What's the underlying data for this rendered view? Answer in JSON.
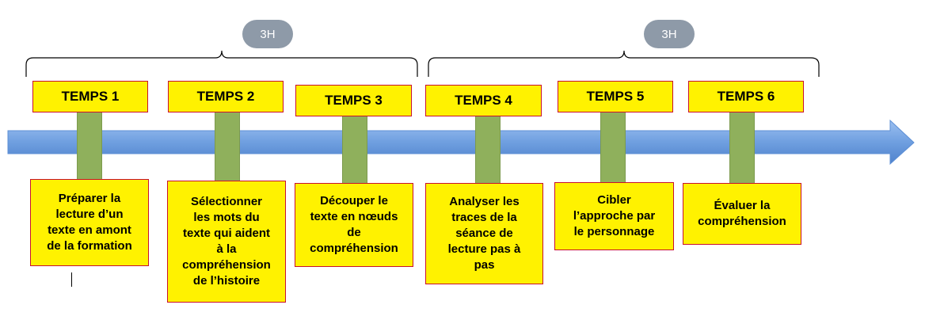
{
  "brackets": [
    {
      "label": "3H"
    },
    {
      "label": "3H"
    }
  ],
  "steps": [
    {
      "title": "TEMPS 1",
      "description": "Préparer la\nlecture d’un\ntexte en amont\nde la formation"
    },
    {
      "title": "TEMPS 2",
      "description": "Sélectionner\nles mots du\ntexte qui aident\nà la\ncompréhension\nde l’histoire"
    },
    {
      "title": "TEMPS 3",
      "description": "Découper le\ntexte en nœuds\nde\ncompréhension"
    },
    {
      "title": "TEMPS 4",
      "description": "Analyser les\ntraces de la\nséance de\nlecture pas à\npas"
    },
    {
      "title": "TEMPS 5",
      "description": "Cibler\nl’approche par\nle personnage"
    },
    {
      "title": "TEMPS 6",
      "description": "Évaluer la\ncompréhension"
    }
  ],
  "colors": {
    "arrow": "#6f9fe0",
    "box_fill": "#fff200",
    "box_border": "#c8102e",
    "connector": "#8fb05c",
    "pill": "#8e9aa8"
  }
}
